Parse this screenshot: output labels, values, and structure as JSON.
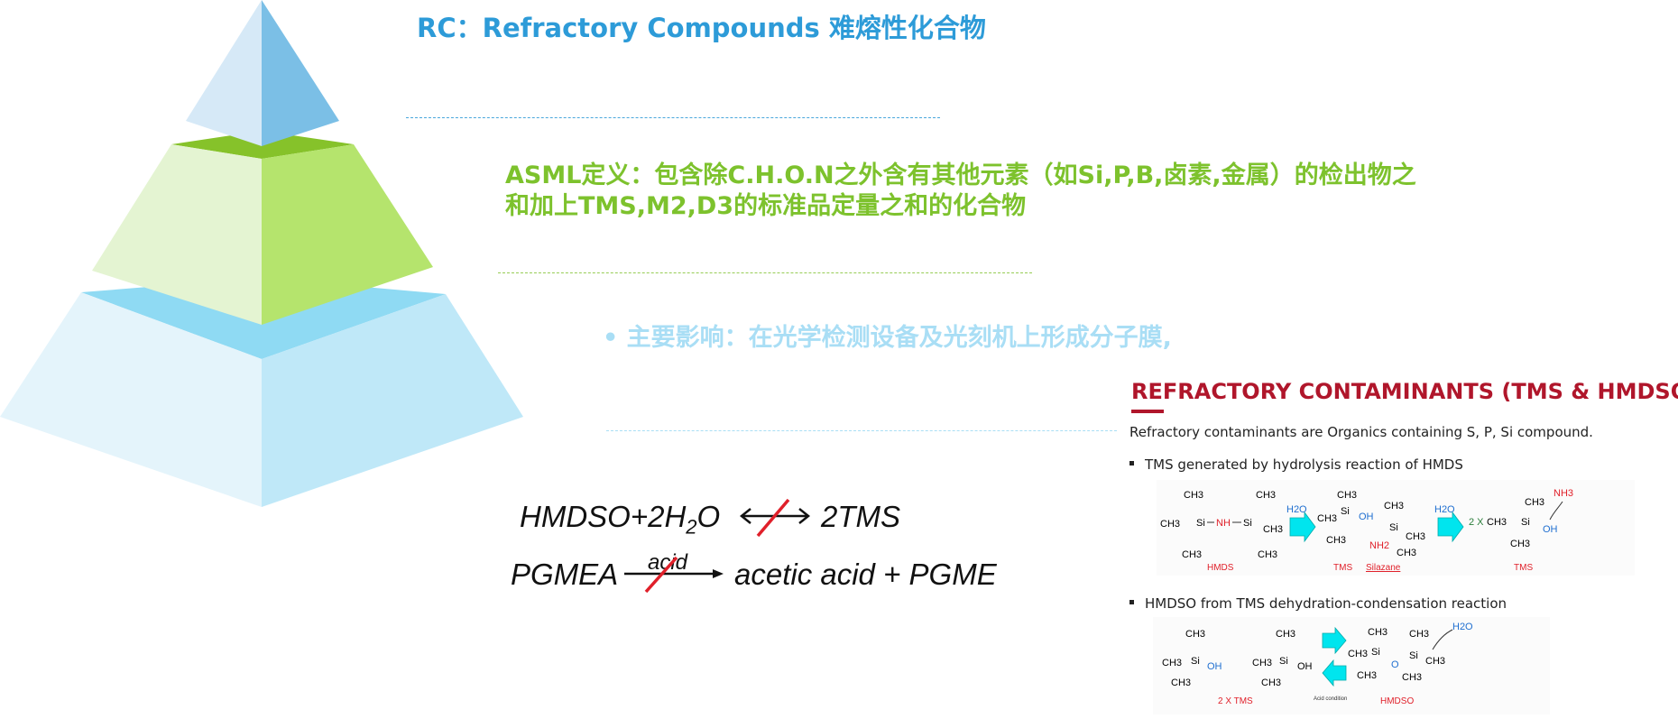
{
  "header": {
    "title": "RC：Refractory Compounds 难熔性化合物"
  },
  "definition": {
    "line1": "ASML定义：包含除C.H.O.N之外含有其他元素（如Si,P,B,卤素,金属）的检出物之",
    "line2": "和加上TMS,M2,D3的标准品定量之和的化合物"
  },
  "impact": {
    "bullet": "•",
    "text": "主要影响：在光学检测设备及光刻机上形成分子膜,"
  },
  "equations": {
    "eq1_left": "HMDSO+2H",
    "eq1_sub": "2",
    "eq1_o": "O",
    "eq1_right": "2TMS",
    "eq2_left": "PGMEA",
    "eq2_over": "acid",
    "eq2_right": "acetic acid + PGME"
  },
  "panel": {
    "title": "REFRACTORY CONTAMINANTS (TMS & HMDSO)",
    "description": "Refractory contaminants are Organics containing S, P, Si compound.",
    "bullet1": "TMS generated by hydrolysis reaction of HMDS",
    "bullet2": "HMDSO from TMS dehydration-condensation reaction",
    "rxn1": {
      "ch3": "CH3",
      "si": "Si",
      "nh": "NH",
      "oh": "OH",
      "nh2": "NH2",
      "h2o": "H2O",
      "nh3": "NH3",
      "two_x": "2 X",
      "label_hmds": "HMDS",
      "label_tms": "TMS",
      "label_silazane": "Silazane",
      "label_tms2": "TMS"
    },
    "rxn2": {
      "ch3": "CH3",
      "si": "Si",
      "oh": "OH",
      "o": "O",
      "h2o": "H2O",
      "label_2xtms": "2 X TMS",
      "label_acid": "Acid condition",
      "label_hmdso": "HMDSO"
    }
  },
  "colors": {
    "title_blue": "#2d9bd8",
    "green": "#7dc22d",
    "light_blue": "#a9def5",
    "red": "#b0162b",
    "cyan_arrow": "#00e5ee",
    "chem_red": "#e0202a",
    "chem_blue": "#1f6fd0"
  }
}
